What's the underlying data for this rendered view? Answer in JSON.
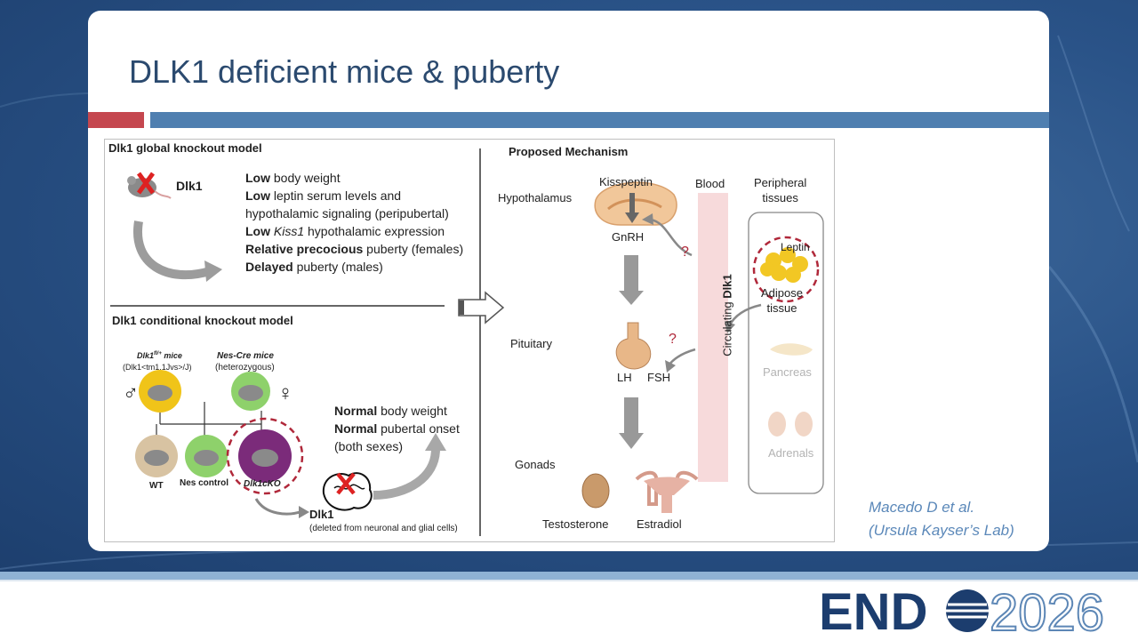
{
  "slide": {
    "title": "DLK1 deficient mice & puberty",
    "citation_line1": "Macedo D et al.",
    "citation_line2": "(Ursula Kayser’s  Lab)"
  },
  "global_model": {
    "heading": "Dlk1 global knockout model",
    "gene": "Dlk1",
    "findings": [
      {
        "bold": "Low",
        "rest": " body weight"
      },
      {
        "bold": "Low",
        "rest": " leptin serum levels and"
      },
      {
        "bold": "",
        "rest": "hypothalamic signaling (peripubertal)"
      },
      {
        "bold": "Low",
        "rest": " ",
        "italic": "Kiss1",
        "rest2": " hypothalamic expression"
      },
      {
        "bold": "Relative precocious",
        "rest": " puberty (females)"
      },
      {
        "bold": "Delayed",
        "rest": " puberty (males)"
      }
    ]
  },
  "conditional_model": {
    "heading": "Dlk1 conditional knockout model",
    "parent1_name": "Dlk1",
    "parent1_sup": "fl/+",
    "parent1_suffix": " mice",
    "parent1_allele": "(Dlk1<tm1.1Jvs>/J)",
    "parent2_name": "Nes-Cre mice",
    "parent2_note": "(heterozygous)",
    "male_symbol": "♂",
    "female_symbol": "♀",
    "offspring": [
      "WT",
      "Nes control",
      "Dlk1cKO"
    ],
    "findings": [
      {
        "bold": "Normal",
        "rest": " body weight"
      },
      {
        "bold": "Normal",
        "rest": " pubertal onset"
      },
      {
        "bold": "",
        "rest": "(both sexes)"
      }
    ],
    "deleted_gene": "Dlk1",
    "deleted_note": "(deleted from neuronal and glial cells)"
  },
  "mechanism": {
    "heading": "Proposed Mechanism",
    "hypothalamus": "Hypothalamus",
    "kisspeptin": "Kisspeptin",
    "gnrh": "GnRH",
    "pituitary": "Pituitary",
    "lh": "LH",
    "fsh": "FSH",
    "gonads": "Gonads",
    "testosterone": "Testosterone",
    "estradiol": "Estradiol",
    "blood": "Blood",
    "circulating_label": "Circulating ",
    "circulating_gene": "Dlk1",
    "peripheral_line1": "Peripheral",
    "peripheral_line2": "tissues",
    "leptin": "Leptin",
    "adipose_line1": "Adipose",
    "adipose_line2": "tissue",
    "pancreas": "Pancreas",
    "adrenals": "Adrenals",
    "question_mark": "?"
  },
  "footer": {
    "logo_word": "END",
    "logo_year": "2026"
  },
  "colors": {
    "accent_red": "#c5474f",
    "accent_blue": "#4f7fb0",
    "title": "#2b4a6f",
    "logo_navy": "#1c3d6e",
    "logo_light": "#5d87b6"
  }
}
